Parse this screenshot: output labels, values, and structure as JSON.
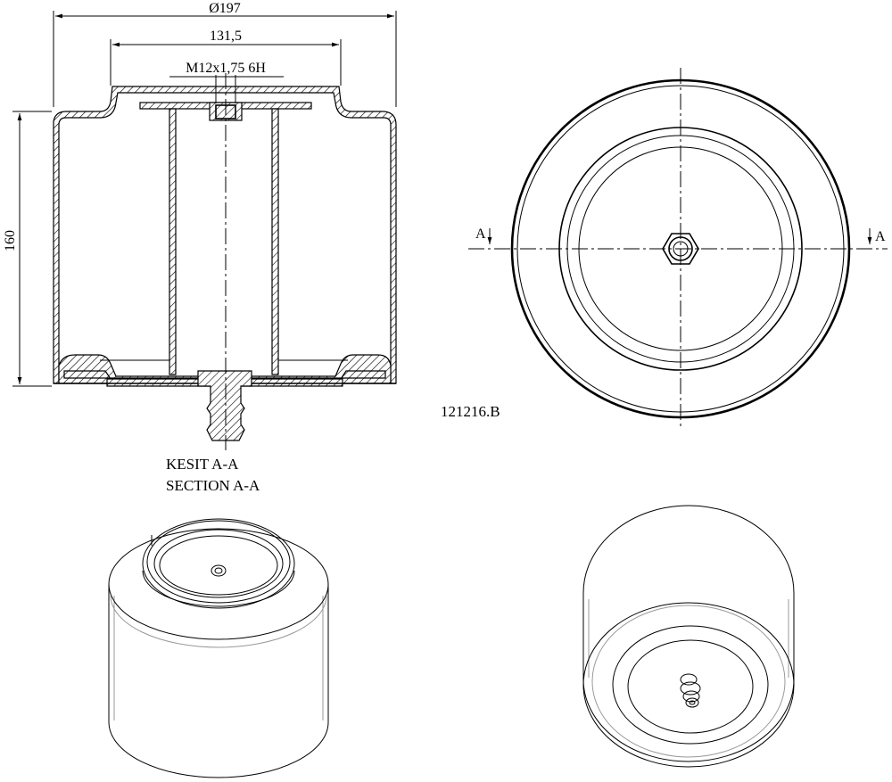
{
  "dimensions": {
    "outer_diameter": "Ø197",
    "inner_diameter": "131,5",
    "thread": "M12x1,75 6H",
    "height": "160"
  },
  "section_marks": {
    "left": "A",
    "right": "A"
  },
  "section_caption": {
    "line1": "KESIT A-A",
    "line2": "SECTION A-A"
  },
  "part_number": "121216.B"
}
